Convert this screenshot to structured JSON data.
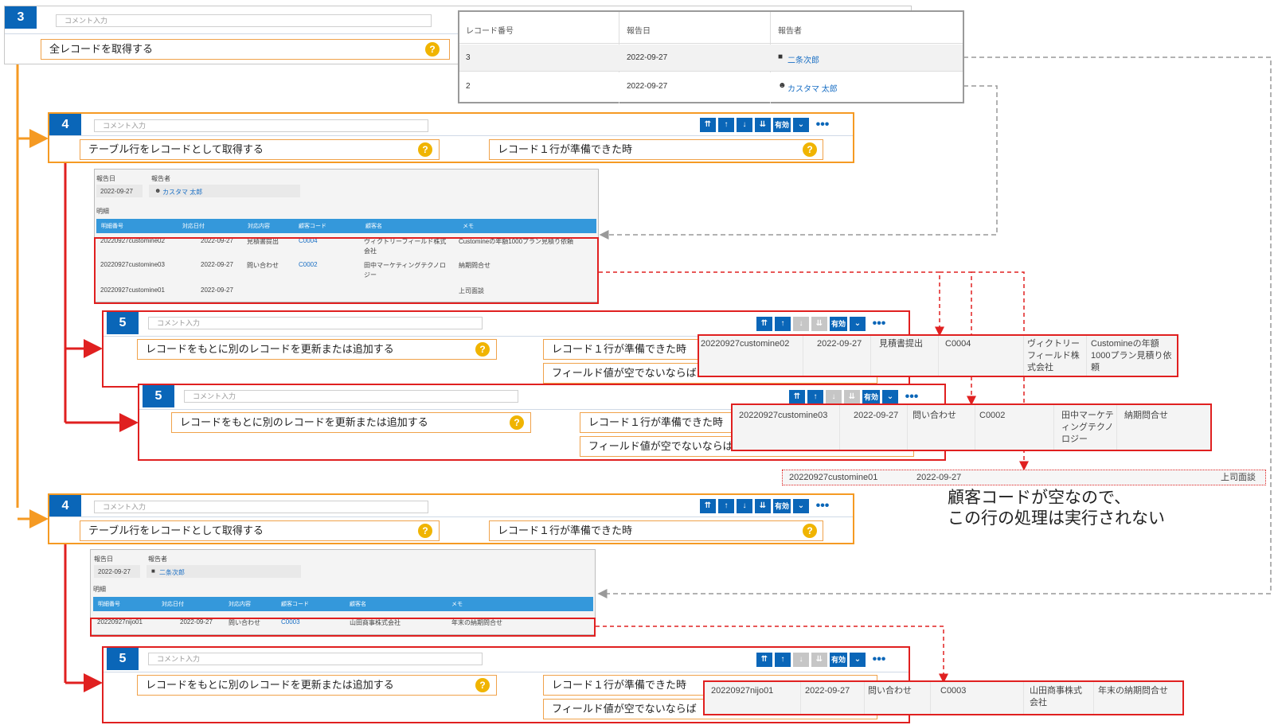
{
  "common": {
    "comment_placeholder": "コメント入力",
    "help_mark": "?",
    "enabled_label": "有効",
    "more_label": "•••"
  },
  "flow": {
    "step3": {
      "number": "3",
      "action": "全レコードを取得する"
    },
    "step4a": {
      "number": "4",
      "action": "テーブル行をレコードとして取得する",
      "condition": "レコード１行が準備できた時"
    },
    "step5a": {
      "number": "5",
      "action": "レコードをもとに別のレコードを更新または追加する",
      "condition1": "レコード１行が準備できた時",
      "condition2": "フィールド値が空でないならば"
    },
    "step5b": {
      "number": "5",
      "action": "レコードをもとに別のレコードを更新または追加する",
      "condition1": "レコード１行が準備できた時",
      "condition2": "フィールド値が空でないならば"
    },
    "step4b": {
      "number": "4",
      "action": "テーブル行をレコードとして取得する",
      "condition": "レコード１行が準備できた時"
    },
    "step5c": {
      "number": "5",
      "action": "レコードをもとに別のレコードを更新または追加する",
      "condition1": "レコード１行が準備できた時",
      "condition2": "フィールド値が空でないならば"
    }
  },
  "record_list": {
    "headers": [
      "レコード番号",
      "報告日",
      "報告者"
    ],
    "rows": [
      {
        "no": "3",
        "date": "2022-09-27",
        "reporter": "二条次郎"
      },
      {
        "no": "2",
        "date": "2022-09-27",
        "reporter": "カスタマ 太郎"
      }
    ]
  },
  "record_a": {
    "date_label": "報告日",
    "reporter_label": "報告者",
    "date": "2022-09-27",
    "reporter": "カスタマ 太郎",
    "table_label": "明細",
    "headers": [
      "明細番号",
      "対応日付",
      "対応内容",
      "顧客コード",
      "顧客名",
      "メモ"
    ],
    "rows": [
      [
        "20220927customine02",
        "2022-09-27",
        "見積書提出",
        "C0004",
        "ヴィクトリーフィールド株式会社",
        "Customineの年額1000プラン見積り依頼"
      ],
      [
        "20220927customine03",
        "2022-09-27",
        "問い合わせ",
        "C0002",
        "田中マーケティングテクノロジー",
        "納期問合せ"
      ],
      [
        "20220927customine01",
        "2022-09-27",
        "",
        "",
        "",
        "上司面談"
      ]
    ]
  },
  "record_b": {
    "date_label": "報告日",
    "reporter_label": "報告者",
    "date": "2022-09-27",
    "reporter": "二条次郎",
    "table_label": "明細",
    "headers": [
      "明細番号",
      "対応日付",
      "対応内容",
      "顧客コード",
      "顧客名",
      "メモ"
    ],
    "rows": [
      [
        "20220927nijo01",
        "2022-09-27",
        "問い合わせ",
        "C0003",
        "山田商事株式会社",
        "年末の納期問合せ"
      ]
    ]
  },
  "callouts": {
    "row1": {
      "id": "20220927customine02",
      "date": "2022-09-27",
      "content": "見積書提出",
      "code": "C0004",
      "name_l1": "ヴィクトリー",
      "name_l2": "フィールド株",
      "name_l3": "式会社",
      "memo_l1": "Customineの年額",
      "memo_l2": "1000プラン見積り依",
      "memo_l3": "頼"
    },
    "row2": {
      "id": "20220927customine03",
      "date": "2022-09-27",
      "content": "問い合わせ",
      "code": "C0002",
      "name_l1": "田中マーケテ",
      "name_l2": "ィングテクノ",
      "name_l3": "ロジー",
      "memo_l1": "納期問合せ"
    },
    "row3": {
      "id": "20220927customine01",
      "date": "2022-09-27",
      "memo": "上司面談"
    },
    "row4": {
      "id": "20220927nijo01",
      "date": "2022-09-27",
      "content": "問い合わせ",
      "code": "C0003",
      "name_l1": "山田商事株式",
      "name_l2": "会社",
      "memo_l1": "年末の納期問合せ"
    }
  },
  "note": {
    "line1": "顧客コードが空なので、",
    "line2": "この行の処理は実行されない"
  },
  "colors": {
    "accent_blue": "#0a66b8",
    "orange": "#f59a23",
    "red": "#e02020",
    "table_header": "#3498db"
  }
}
